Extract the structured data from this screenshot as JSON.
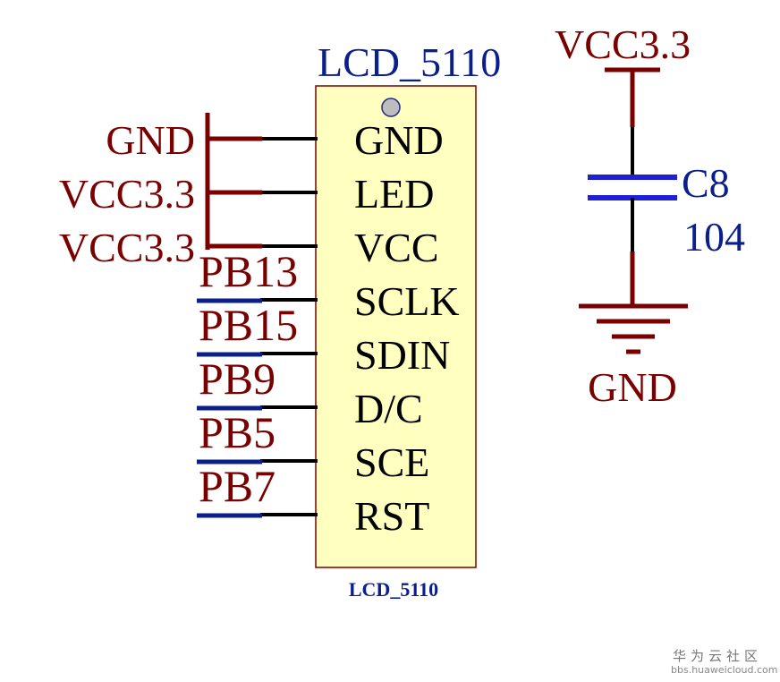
{
  "component": {
    "designator": "LCD_5110",
    "footer_label": "LCD_5110",
    "body_fill": "#ffffc0",
    "pins": [
      "GND",
      "LED",
      "VCC",
      "SCLK",
      "SDIN",
      "D/C",
      "SCE",
      "RST"
    ]
  },
  "left_nets": {
    "power": [
      "GND",
      "VCC3.3",
      "VCC3.3"
    ],
    "signals": [
      "PB13",
      "PB15",
      "PB9",
      "PB5",
      "PB7"
    ]
  },
  "capacitor": {
    "power_label": "VCC3.3",
    "ref": "C8",
    "value": "104",
    "ground_label": "GND"
  },
  "watermark": {
    "text": "华为云社区",
    "url": "bbs.huaweicloud.com"
  },
  "colors": {
    "net_red": "#7a0000",
    "net_blue": "#0a1f8c",
    "pin_black": "#000000",
    "body_yellow": "#ffffc0"
  }
}
